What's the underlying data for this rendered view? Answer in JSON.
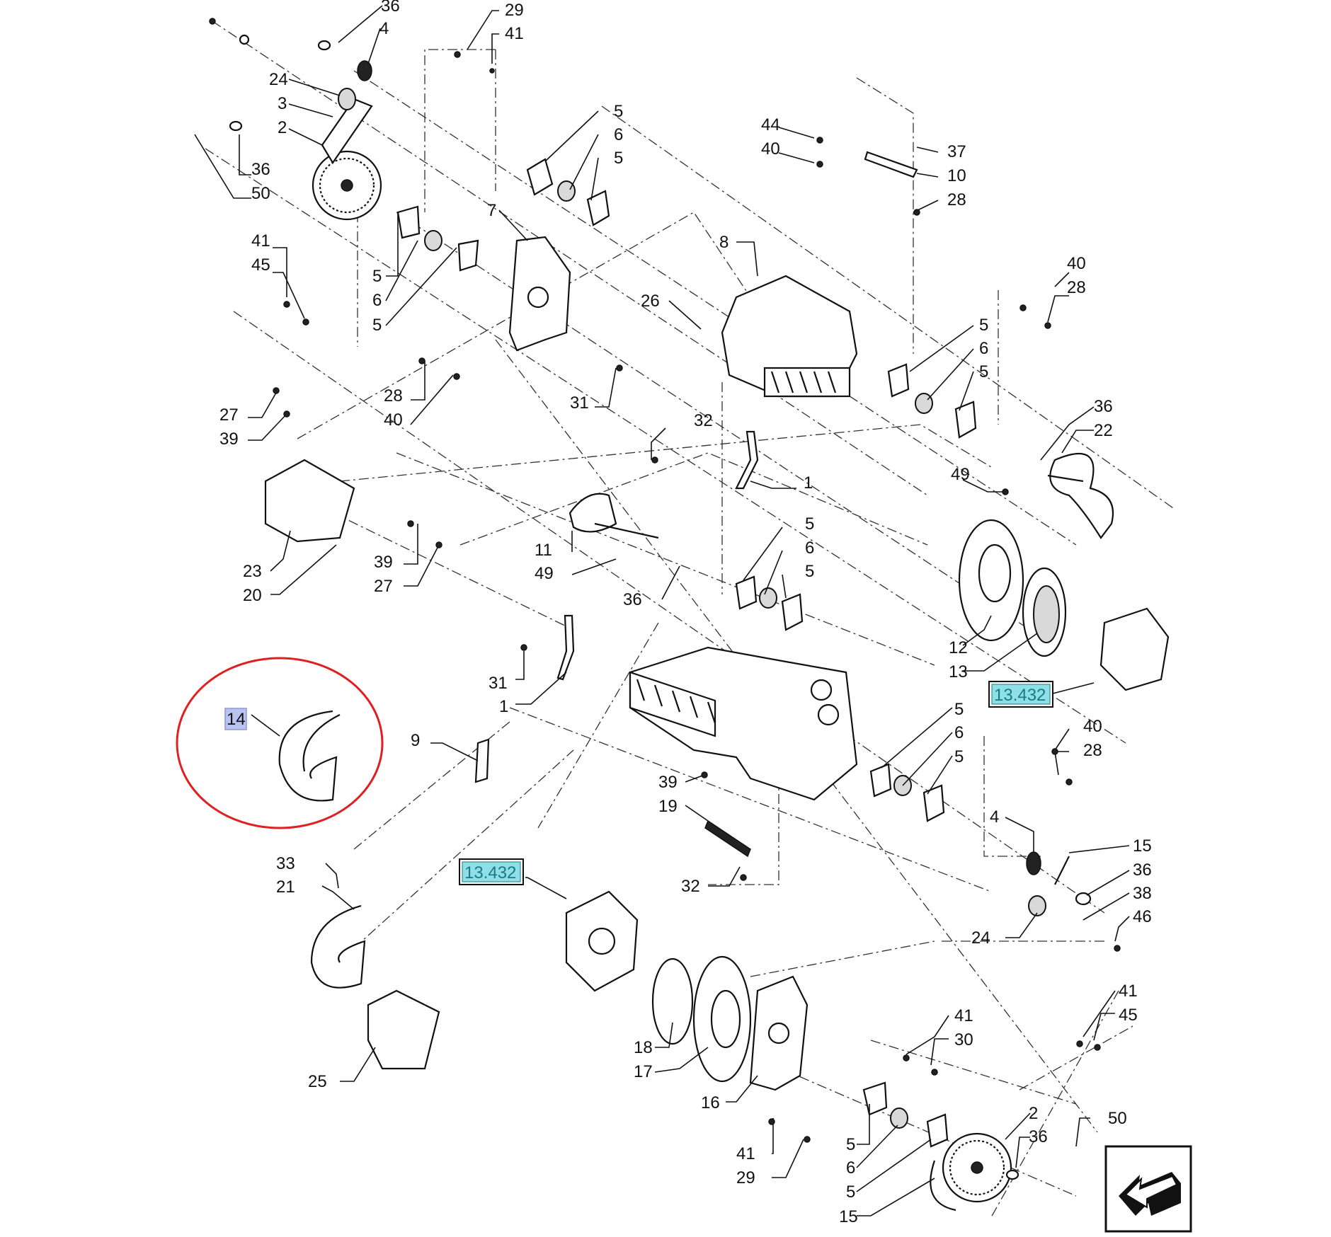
{
  "diagram": {
    "highlight_color": "#e02020",
    "ref_fill": "#8fe0e6",
    "ref_border": "#1a7a86",
    "callout_fill": "#b9c3f0",
    "labels": {
      "l36a": "36",
      "l4a": "4",
      "l29a": "29",
      "l41a": "41",
      "l24a": "24",
      "l3": "3",
      "l2a": "2",
      "l36b": "36",
      "l50a": "50",
      "l5a": "5",
      "l6a": "6",
      "l5b": "5",
      "l44": "44",
      "l40a": "40",
      "l37": "37",
      "l10": "10",
      "l28a": "28",
      "l7": "7",
      "l8": "8",
      "l41b": "41",
      "l45a": "45",
      "l5c": "5",
      "l6b": "6",
      "l5d": "5",
      "l26": "26",
      "l40b": "40",
      "l28b": "28",
      "l5e": "5",
      "l6c": "6",
      "l5f": "5",
      "l28c": "28",
      "l40c": "40",
      "l31a": "31",
      "l27a": "27",
      "l39a": "39",
      "l32a": "32",
      "l36c": "36",
      "l22": "22",
      "l1a": "1",
      "l49a": "49",
      "l11": "11",
      "l49b": "49",
      "l5g": "5",
      "l6d": "6",
      "l5h": "5",
      "l23": "23",
      "l20": "20",
      "l39b": "39",
      "l27b": "27",
      "l36d": "36",
      "l12": "12",
      "l13": "13",
      "l31b": "31",
      "l1b": "1",
      "l14": "14",
      "l9": "9",
      "l5i": "5",
      "l6e": "6",
      "l5j": "5",
      "l40d": "40",
      "l28d": "28",
      "l39c": "39",
      "l19": "19",
      "l4b": "4",
      "l15a": "15",
      "l36e": "36",
      "l38": "38",
      "l46": "46",
      "l24b": "24",
      "l33": "33",
      "l21": "21",
      "l32b": "32",
      "l41c": "41",
      "l45b": "45",
      "l41d": "41",
      "l30": "30",
      "l18": "18",
      "l17": "17",
      "l16": "16",
      "l25": "25",
      "l2b": "2",
      "l36f": "36",
      "l50b": "50",
      "l5k": "5",
      "l6f": "6",
      "l5l": "5",
      "l41e": "41",
      "l29b": "29",
      "l15b": "15",
      "ref1": "13.432",
      "ref2": "13.432"
    }
  }
}
